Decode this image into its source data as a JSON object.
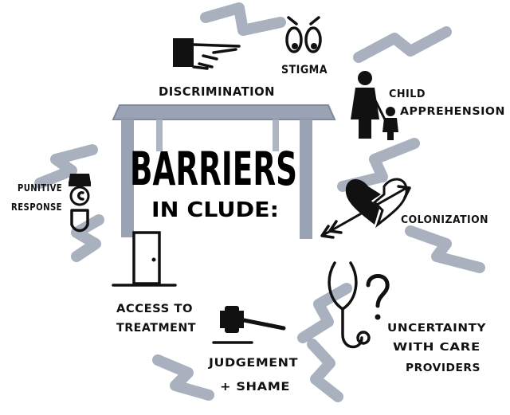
{
  "colors": {
    "ink": "#111111",
    "zigzag": "#9aa3b4",
    "table": "#8f9aab",
    "background": "#ffffff"
  },
  "center": {
    "title_line1": "BARRIERS",
    "title_line2": "IN CLUDE:",
    "icon": "table-icon"
  },
  "barriers": [
    {
      "id": "discrimination",
      "label_lines": [
        "DISCRIMINATION"
      ],
      "icon": "pointing-hand-icon"
    },
    {
      "id": "stigma",
      "label_lines": [
        "STIGMA"
      ],
      "icon": "staring-eyes-icon"
    },
    {
      "id": "child-apprehension",
      "label_lines": [
        "CHILD",
        "APPREHENSION"
      ],
      "icon": "parent-child-icon"
    },
    {
      "id": "colonization",
      "label_lines": [
        "COLONIZATION"
      ],
      "icon": "broken-heart-arrow-icon"
    },
    {
      "id": "uncertainty",
      "label_lines": [
        "UNCERTAINTY",
        "WITH CARE",
        "PROVIDERS"
      ],
      "icon": "stethoscope-question-icon"
    },
    {
      "id": "judgement",
      "label_lines": [
        "JUDGEMENT",
        "+ SHAME"
      ],
      "icon": "gavel-icon"
    },
    {
      "id": "access",
      "label_lines": [
        "ACCESS TO",
        "TREATMENT"
      ],
      "icon": "door-icon"
    },
    {
      "id": "punitive",
      "label_lines": [
        "PUNITIVE",
        "RESPONSE"
      ],
      "icon": "police-officer-icon"
    }
  ]
}
